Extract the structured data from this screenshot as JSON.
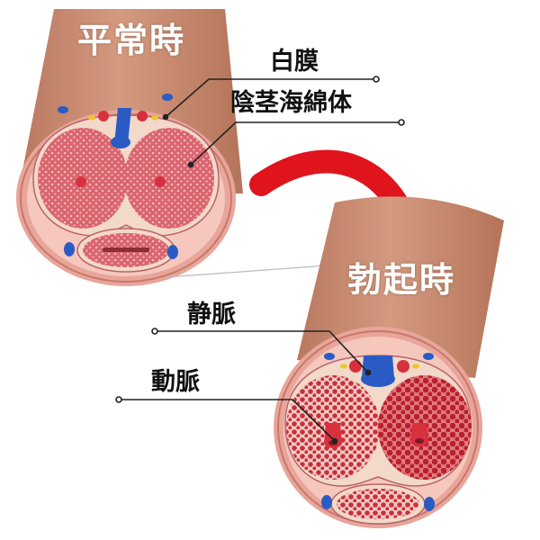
{
  "states": {
    "flaccid": "平常時",
    "erect": "勃起時"
  },
  "labels": {
    "tunica_albuginea": "白膜",
    "corpus_cavernosum": "陰茎海綿体",
    "vein": "静脈",
    "artery": "動脈"
  },
  "colors": {
    "skin_shaft": "#c98b72",
    "skin_rim": "#e8a59a",
    "tunica": "#f2d9c9",
    "tissue": "#d9646f",
    "tissue_erect": "#c8303c",
    "sinus_dot": "#f1b9b8",
    "vein": "#2a5bc4",
    "artery": "#d8303d",
    "arrow": "#e0141c"
  }
}
